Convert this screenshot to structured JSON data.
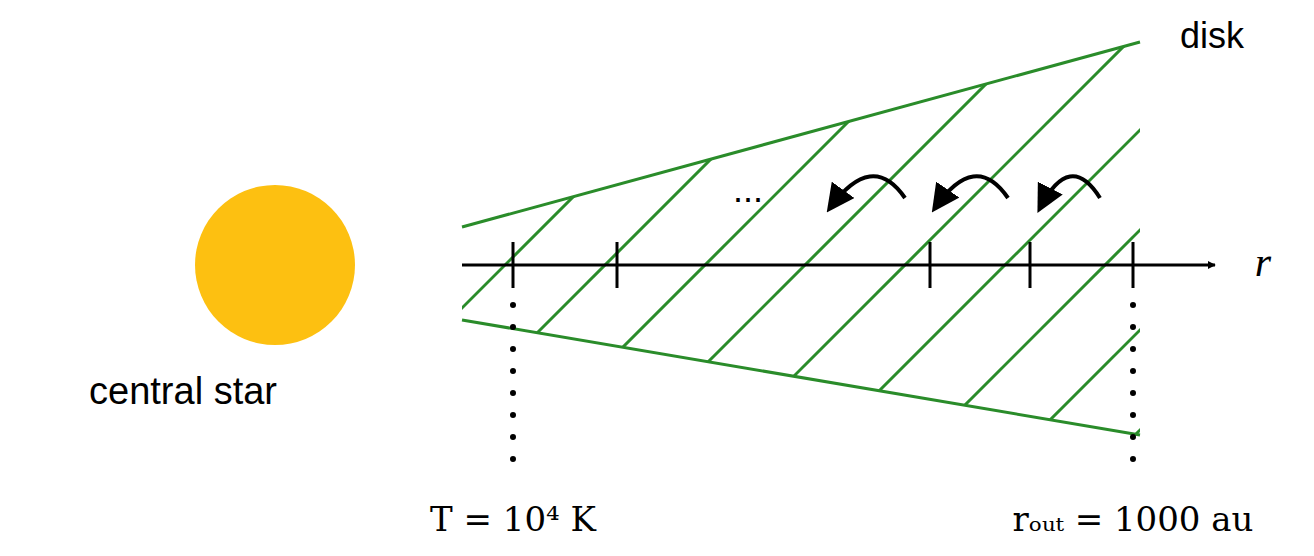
{
  "diagram": {
    "labels": [
      "disk",
      "central star",
      "...",
      "r",
      "T = 10⁴ K",
      "rₒᵤₜ = 1000 au"
    ]
  }
}
